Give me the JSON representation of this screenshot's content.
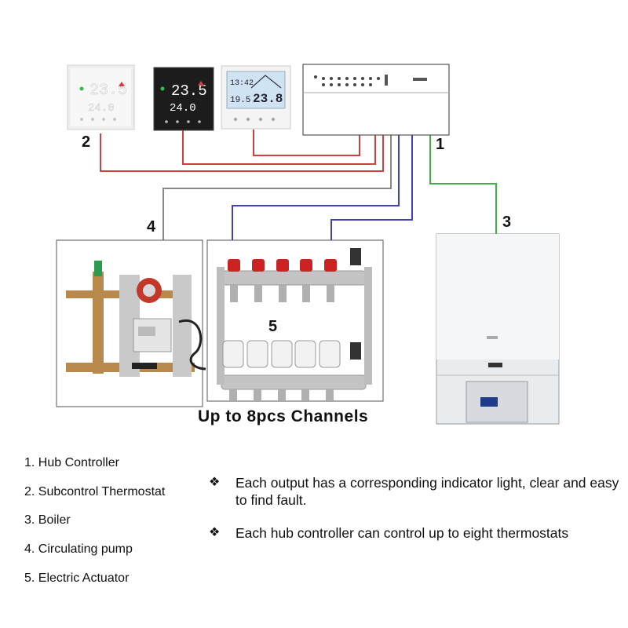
{
  "callouts": {
    "hub": "1",
    "thermostat": "2",
    "boiler": "3",
    "pump": "4",
    "actuator": "5"
  },
  "thermostats": [
    {
      "time": "",
      "temp": "23.5",
      "set": "24.0",
      "theme": "white"
    },
    {
      "time": "",
      "temp": "23.5",
      "set": "24.0",
      "theme": "black"
    },
    {
      "time": "13:42",
      "temp": "23.8",
      "set": "19.5",
      "theme": "lcd"
    }
  ],
  "channels_caption": "Up to 8pcs Channels",
  "legend": [
    "1. Hub Controller",
    "2. Subcontrol Thermostat",
    "3. Boiler",
    "4. Circulating pump",
    "5. Electric Actuator"
  ],
  "notes": [
    {
      "bullet": "❖",
      "text": "Each output has a corresponding indicator light, clear and easy to find fault."
    },
    {
      "bullet": "❖",
      "text": "Each hub controller can control up to eight thermostats"
    }
  ],
  "colors": {
    "red_wire": "#d04040",
    "blue_wire": "#4040b8",
    "green_wire": "#40b040",
    "gray_wire": "#888888"
  }
}
